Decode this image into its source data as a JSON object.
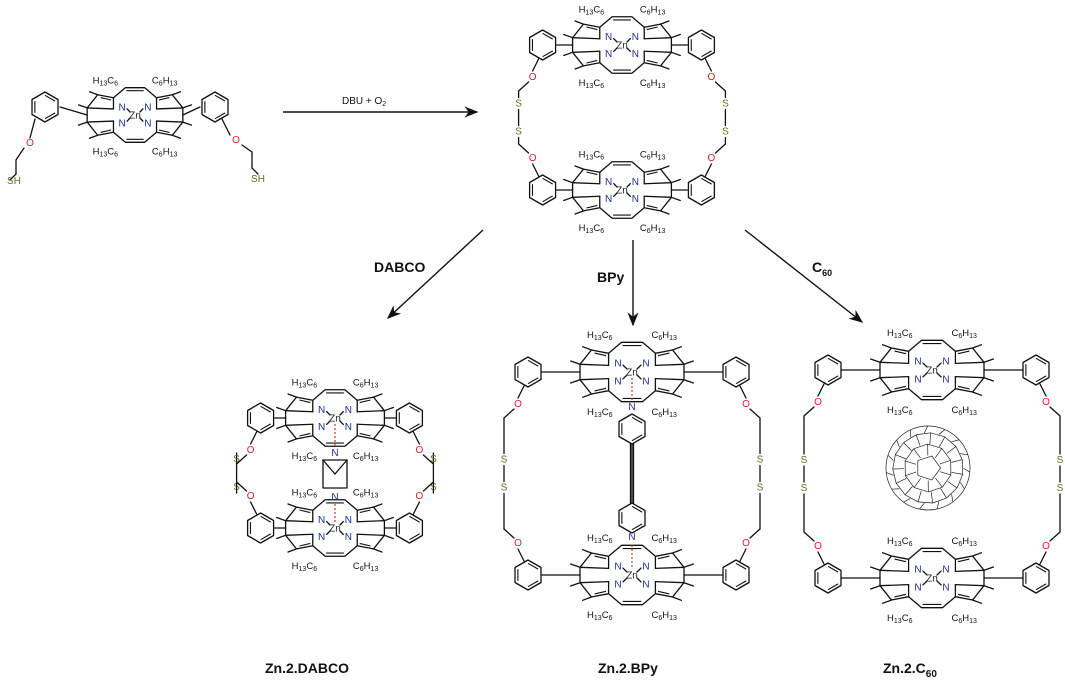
{
  "reagents": {
    "oxidation": "DBU + O",
    "oxidation_sub": "2",
    "dabco": "DABCO",
    "bpy": "BPy",
    "c60": "C",
    "c60_sub": "60"
  },
  "atoms": {
    "zinc": "Zn",
    "nitrogen": "N",
    "oxygen": "O",
    "sulfur": "S",
    "thiol": "SH"
  },
  "substituent": {
    "base": "C",
    "h13": "H",
    "n13": "13",
    "n6": "6"
  },
  "compounds": {
    "dabco": "Zn.2.DABCO",
    "bpy": "Zn.2.BPy",
    "c60_prefix": "Zn.2.C",
    "c60_sub": "60"
  }
}
